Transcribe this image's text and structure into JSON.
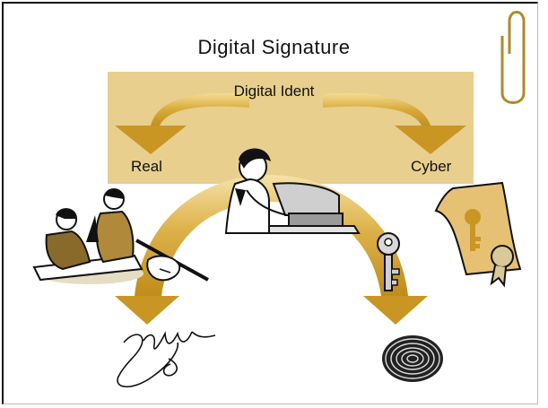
{
  "diagram": {
    "title": "Digital Signature",
    "ident_label": "Digital Ident",
    "real_label": "Real",
    "cyber_label": "Cyber"
  },
  "colors": {
    "box_fill": "#e8cf8e",
    "arrow_gold": "#d2a532",
    "arrow_dark": "#b98a1c",
    "outline": "#111111"
  },
  "icons": [
    "paperclip-icon",
    "curved-arrow-left-icon",
    "curved-arrow-right-icon",
    "person-at-computer-illustration",
    "people-at-desk-illustration",
    "hand-signing-icon",
    "key-icon",
    "certificate-key-icon",
    "signature-icon",
    "fingerprint-icon"
  ]
}
